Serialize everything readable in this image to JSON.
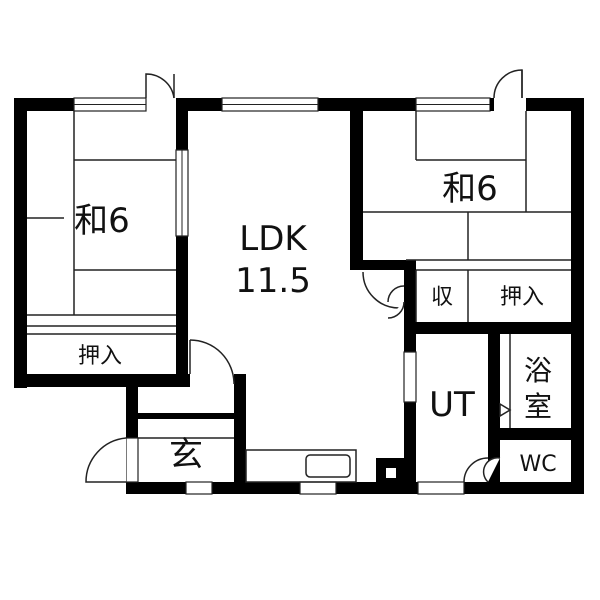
{
  "rooms": {
    "washitsu_left": {
      "label": "和6"
    },
    "ldk": {
      "label": "LDK",
      "size": "11.5"
    },
    "washitsu_right": {
      "label": "和6"
    },
    "closet_left": {
      "label": "押入"
    },
    "closet_right": {
      "label": "押入"
    },
    "storage": {
      "label": "収"
    },
    "utility": {
      "label": "UT"
    },
    "bath": {
      "label_line1": "浴",
      "label_line2": "室"
    },
    "toilet": {
      "label": "WC"
    },
    "entrance": {
      "label": "玄"
    }
  },
  "colors": {
    "wall": "#000000",
    "line": "#222222",
    "background": "#ffffff"
  }
}
